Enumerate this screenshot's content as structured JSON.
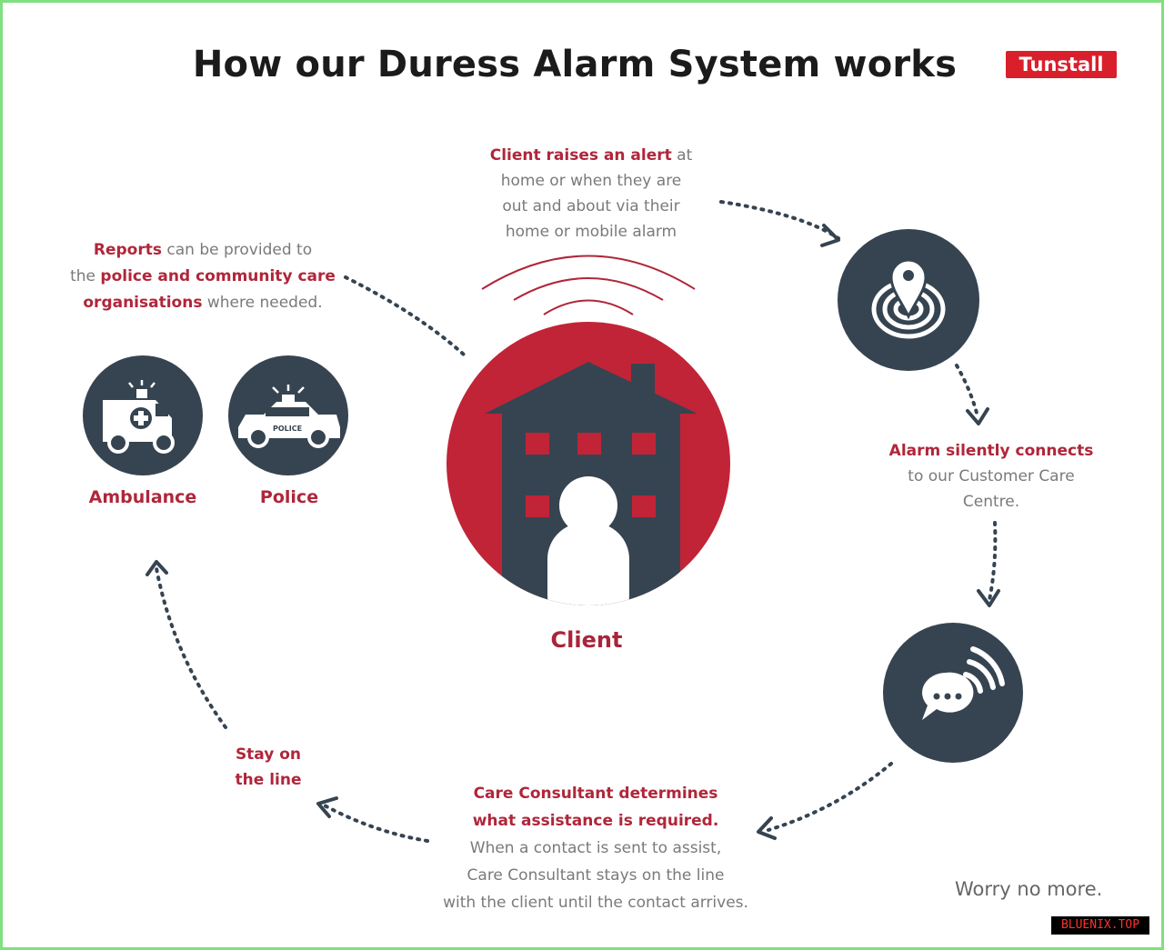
{
  "title": "How our Duress Alarm System works",
  "brand": "Tunstall",
  "client_label": "Client",
  "steps": {
    "alert": {
      "highlight": "Client raises an alert",
      "rest": " at",
      "lines": [
        "home or when they are",
        "out and about  via their",
        "home or mobile alarm"
      ]
    },
    "connect": {
      "highlight": "Alarm silently connects",
      "lines": [
        "to our Customer Care",
        "Centre."
      ]
    },
    "determine": {
      "highlight_lines": [
        "Care Consultant determines",
        "what assistance is required."
      ],
      "lines": [
        "When a contact is sent to assist,",
        "Care Consultant  stays on the line",
        "with the client until the contact arrives."
      ]
    },
    "stay": {
      "lines": [
        "Stay on",
        "the line"
      ]
    },
    "reports": {
      "line1_highlight": "Reports",
      "line1_rest": " can be provided to",
      "line2_pre": "the ",
      "line2_highlight": "police and community care",
      "line3_highlight": "organisations",
      "line3_rest": " where needed."
    }
  },
  "services": [
    {
      "label": "Ambulance",
      "icon": "ambulance-icon"
    },
    {
      "label": "Police",
      "icon": "police-car-icon",
      "badge": "POLICE"
    }
  ],
  "icons": [
    "location-pin-icon",
    "chat-signal-icon",
    "house-icon",
    "person-icon",
    "signal-waves-icon"
  ],
  "tagline": "Worry no more.",
  "watermark": "BLUENIX.TOP",
  "colors": {
    "accent_red": "#c12437",
    "dark_slate": "#364451",
    "text_red": "#b0263a",
    "text_grey": "#7a7a7a"
  }
}
